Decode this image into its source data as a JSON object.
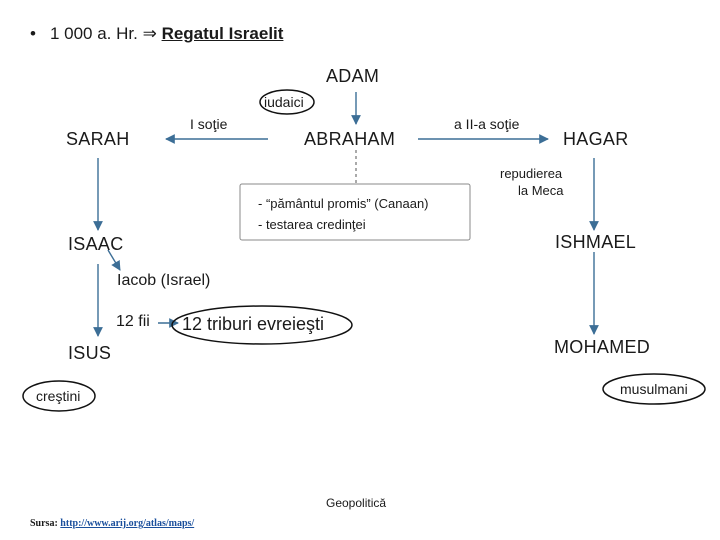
{
  "header": {
    "bullet": "•",
    "date_text": "1 000 a. Hr.",
    "implies_symbol": "⇒",
    "kingdom": "Regatul Israelit"
  },
  "nodes": {
    "adam": "ADAM",
    "iudaici": "iudaici",
    "sarah": "SARAH",
    "first_wife": "I soţie",
    "abraham": "ABRAHAM",
    "second_wife": "a II-a soţie",
    "hagar": "HAGAR",
    "repudiation": "repudierea",
    "at_mecca": "la Meca",
    "isaac": "ISAAC",
    "ishmael": "ISHMAEL",
    "iacob": "Iacob (Israel)",
    "sons": "12 fii",
    "tribes": "12 triburi evreieşti",
    "isus": "ISUS",
    "mohamed": "MOHAMED",
    "crestini": "creştini",
    "musulmani": "musulmani"
  },
  "promise_box": {
    "line1": "- “pământul promis” (Canaan)",
    "line2": "- testarea credinţei"
  },
  "footer": {
    "title": "Geopolitică",
    "source_label": "Sursa:",
    "source_link": "http://www.arij.org/atlas/maps/"
  },
  "colors": {
    "arrow": "#3c6e96",
    "ring": "#111111",
    "link": "#1a4f9c"
  }
}
